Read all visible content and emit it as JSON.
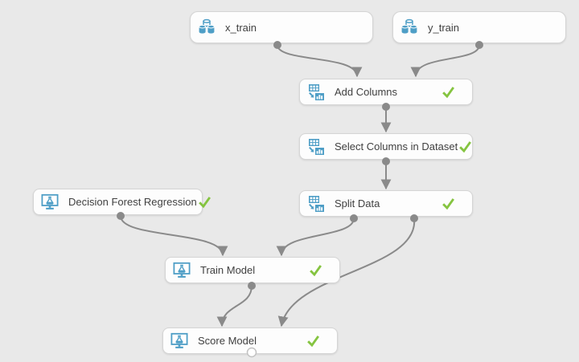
{
  "canvas": {
    "background_color": "#e9e9e9",
    "node_fill_color": "#fdfdfd",
    "node_border_color": "#d5d5d5",
    "connector_color": "#8a8a8a",
    "icon_blue": "#4e9ec6",
    "check_green": "#85c440"
  },
  "nodes": {
    "x_train": {
      "label": "x_train",
      "icon": "dataset-cylinders-icon"
    },
    "y_train": {
      "label": "y_train",
      "icon": "dataset-cylinders-icon"
    },
    "add_columns": {
      "label": "Add Columns",
      "icon": "table-transform-icon",
      "status": "completed",
      "status_icon": "check-icon"
    },
    "select_columns": {
      "label": "Select Columns in Dataset",
      "icon": "table-transform-icon",
      "status": "completed",
      "status_icon": "check-icon"
    },
    "split_data": {
      "label": "Split Data",
      "icon": "table-transform-icon",
      "status": "completed",
      "status_icon": "check-icon"
    },
    "decision_forest": {
      "label": "Decision Forest Regression",
      "icon": "model-flask-monitor-icon",
      "status": "completed",
      "status_icon": "check-icon"
    },
    "train_model": {
      "label": "Train Model",
      "icon": "model-flask-monitor-icon",
      "status": "completed",
      "status_icon": "check-icon"
    },
    "score_model": {
      "label": "Score Model",
      "icon": "model-flask-monitor-icon",
      "status": "completed",
      "status_icon": "check-icon"
    }
  },
  "connections": [
    {
      "from": "x_train",
      "from_port": "output",
      "to": "add_columns",
      "to_port": "input-1"
    },
    {
      "from": "y_train",
      "from_port": "output",
      "to": "add_columns",
      "to_port": "input-2"
    },
    {
      "from": "add_columns",
      "from_port": "output",
      "to": "select_columns",
      "to_port": "input-1"
    },
    {
      "from": "select_columns",
      "from_port": "output",
      "to": "split_data",
      "to_port": "input-1"
    },
    {
      "from": "decision_forest",
      "from_port": "output",
      "to": "train_model",
      "to_port": "input-1"
    },
    {
      "from": "split_data",
      "from_port": "output-1",
      "to": "train_model",
      "to_port": "input-2"
    },
    {
      "from": "split_data",
      "from_port": "output-2",
      "to": "score_model",
      "to_port": "input-2"
    },
    {
      "from": "train_model",
      "from_port": "output",
      "to": "score_model",
      "to_port": "input-1"
    }
  ]
}
